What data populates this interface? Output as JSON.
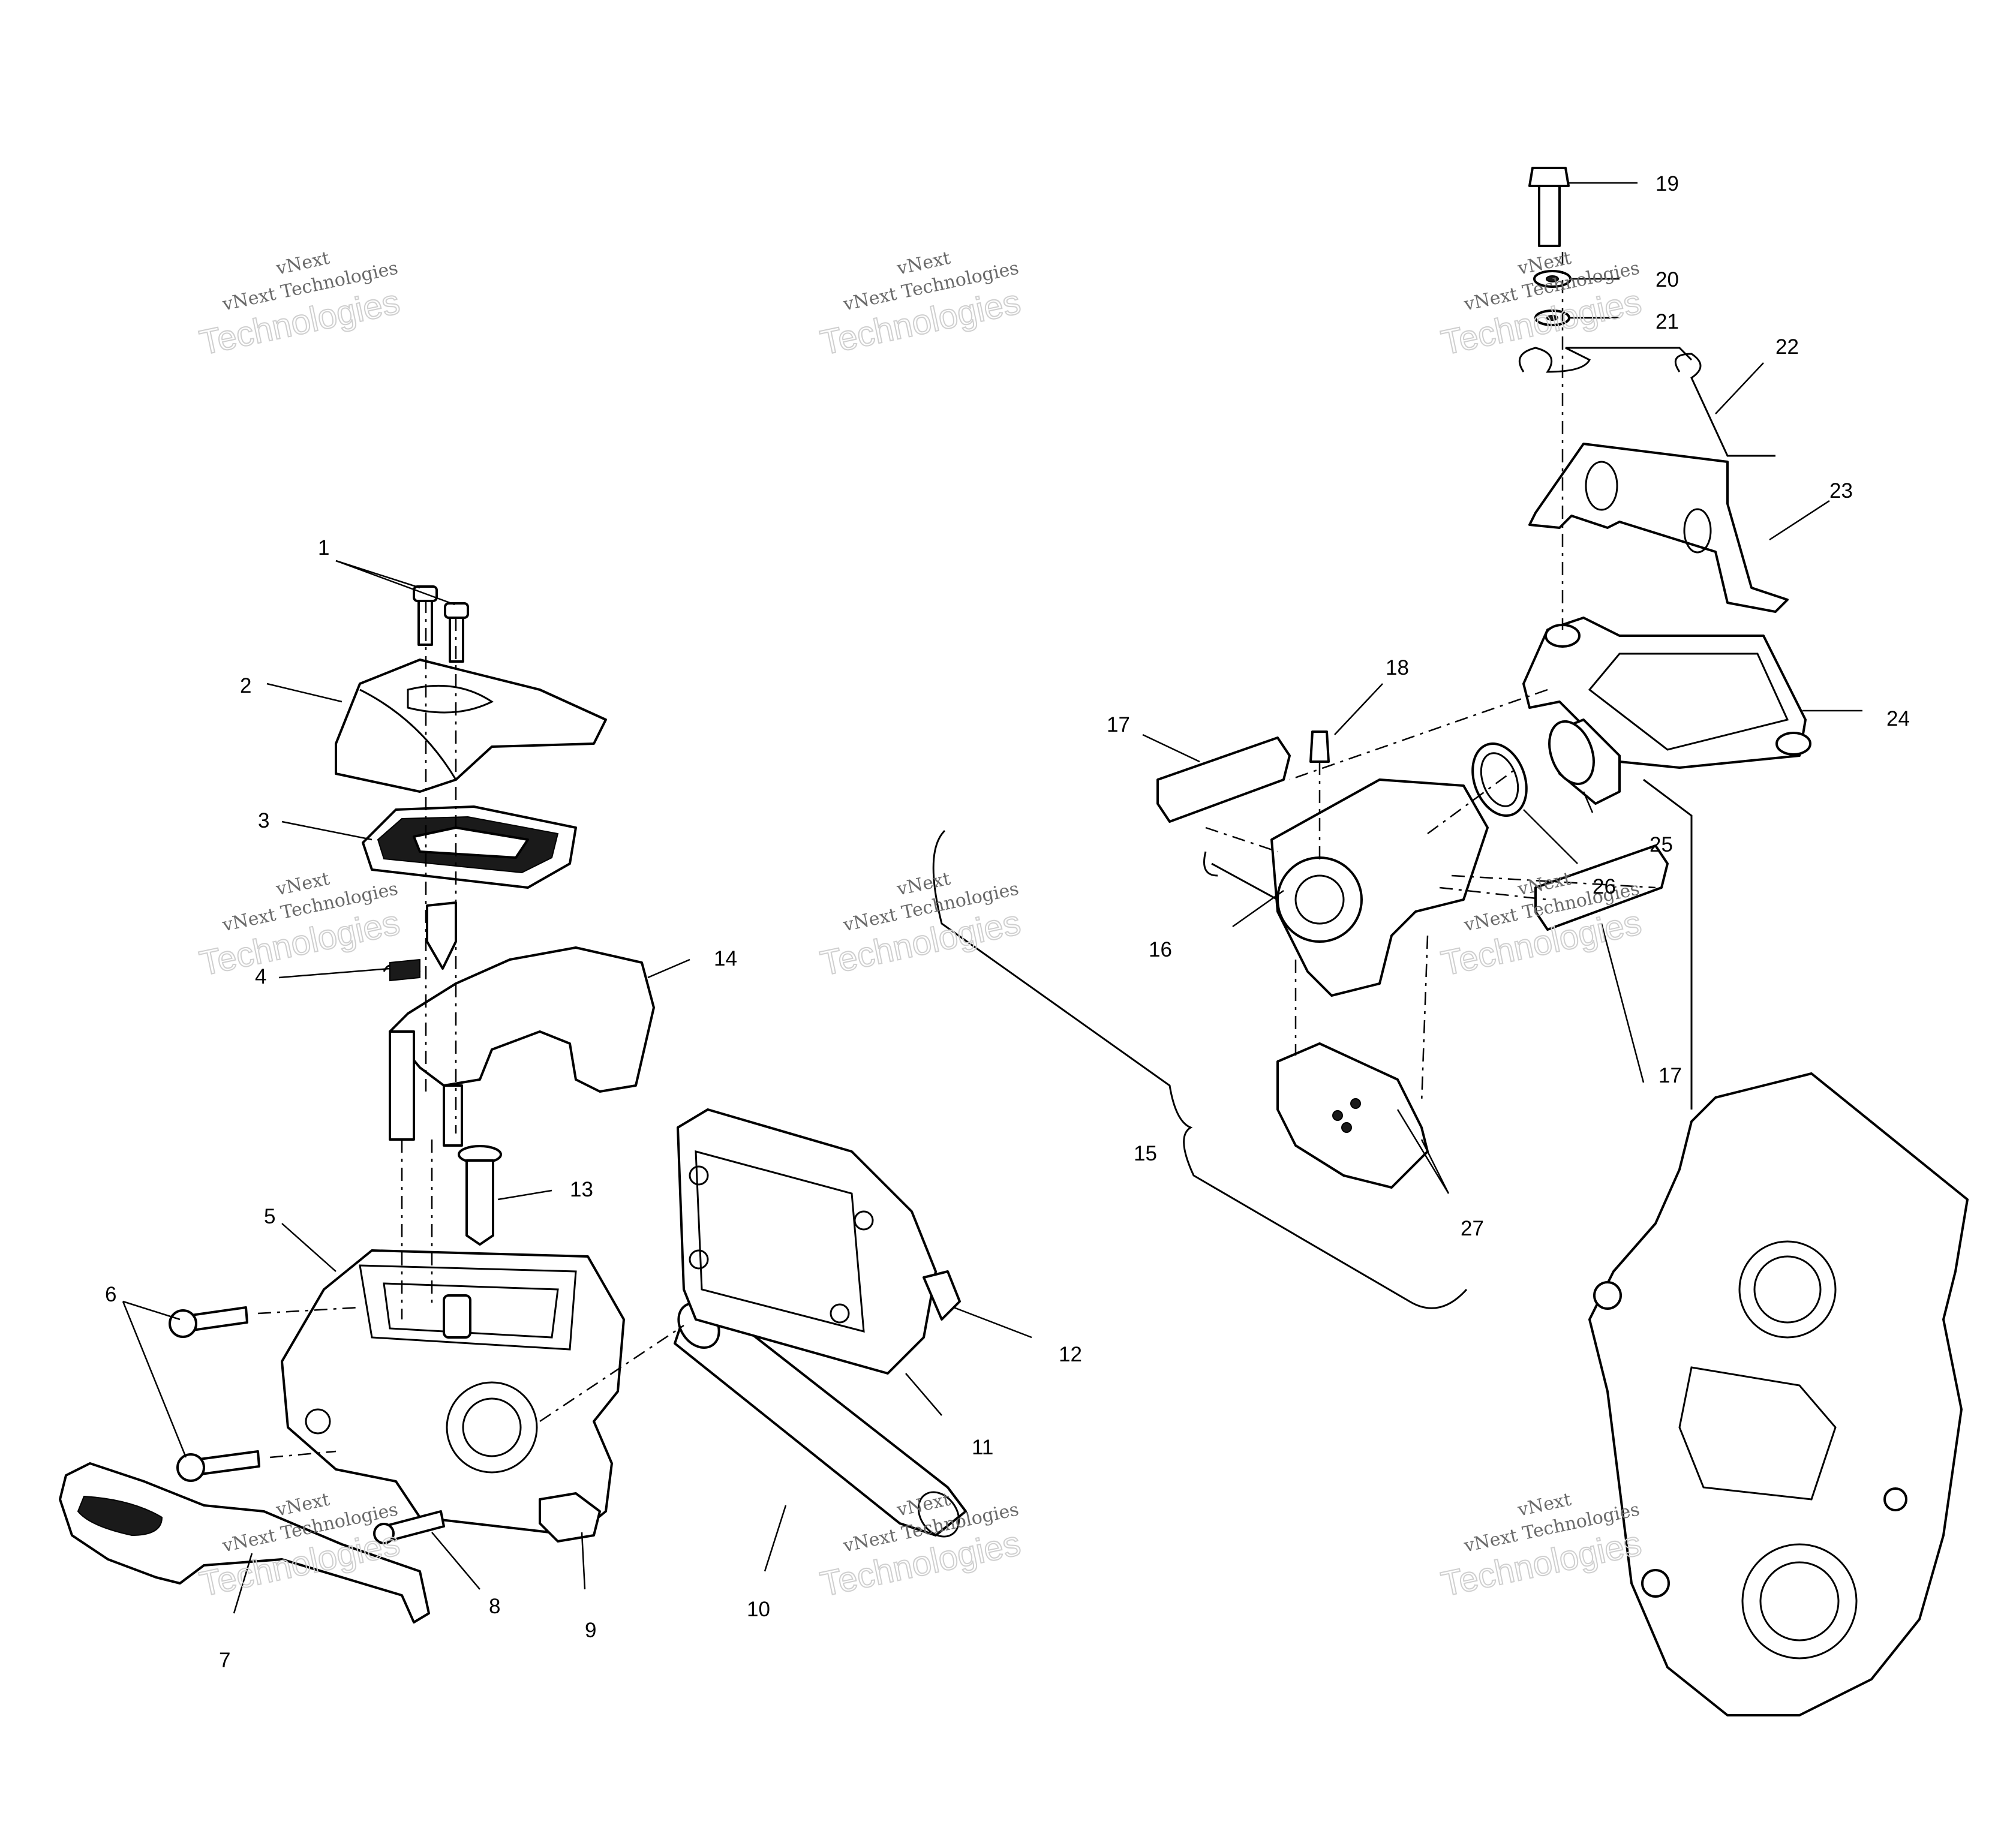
{
  "watermark": {
    "line1": "vNext",
    "line2": "vNext Technologies",
    "line3": "Technologies"
  },
  "callouts": [
    "1",
    "2",
    "3",
    "4",
    "5",
    "6",
    "7",
    "8",
    "9",
    "10",
    "11",
    "12",
    "13",
    "14",
    "15",
    "16",
    "17",
    "17",
    "18",
    "19",
    "20",
    "21",
    "22",
    "23",
    "24",
    "25",
    "26",
    "27"
  ]
}
